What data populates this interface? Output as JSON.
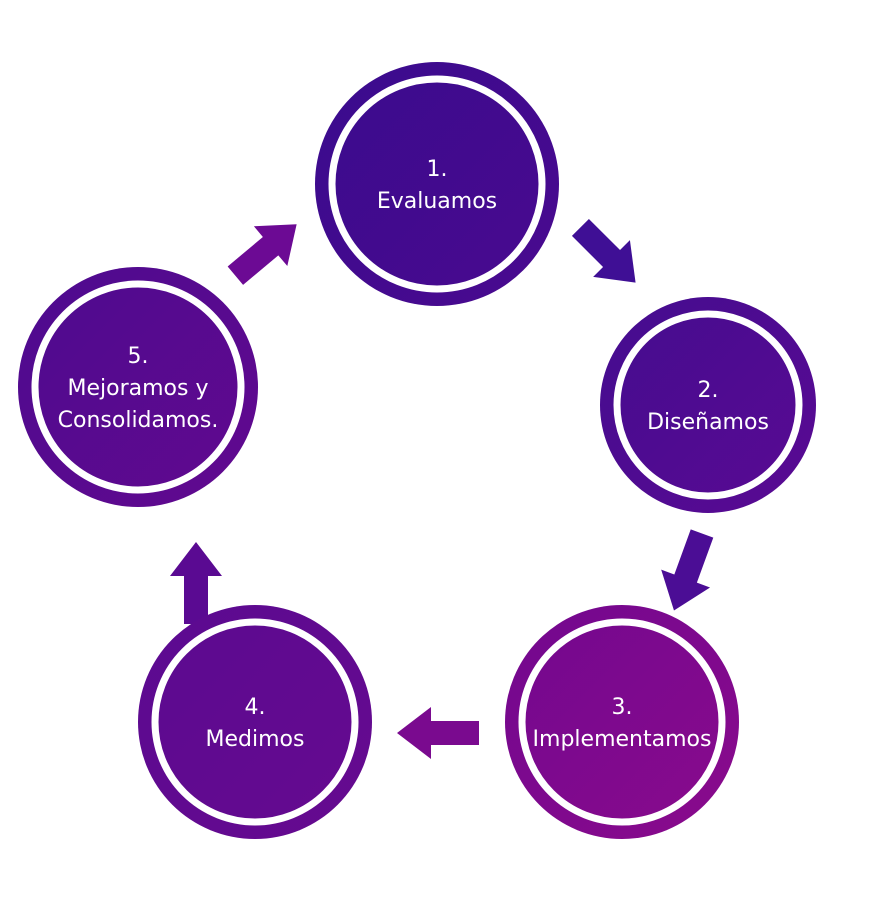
{
  "steps": [
    {
      "lines": [
        "1.",
        "Evaluamos"
      ],
      "color_start": "#3a0b8e",
      "color_end": "#4a0a8f"
    },
    {
      "lines": [
        "2.",
        "Diseñamos"
      ],
      "color_start": "#440c8f",
      "color_end": "#5a0a93"
    },
    {
      "lines": [
        "3.",
        "Implementamos"
      ],
      "color_start": "#72088f",
      "color_end": "#8a0a8c"
    },
    {
      "lines": [
        "4.",
        "Medimos"
      ],
      "color_start": "#5b0a91",
      "color_end": "#660a8f"
    },
    {
      "lines": [
        "5.",
        "Mejoramos y",
        "Consolidamos."
      ],
      "color_start": "#4d0a8f",
      "color_end": "#62098f"
    }
  ],
  "arrows": [
    {
      "from": "step-1",
      "to": "step-2",
      "color": "#3f0f95",
      "icon": "arrow-down-right-icon"
    },
    {
      "from": "step-2",
      "to": "step-3",
      "color": "#4b0d95",
      "icon": "arrow-down-left-icon"
    },
    {
      "from": "step-3",
      "to": "step-4",
      "color": "#7a0a8f",
      "icon": "arrow-left-icon"
    },
    {
      "from": "step-4",
      "to": "step-5",
      "color": "#5a0a92",
      "icon": "arrow-up-icon"
    },
    {
      "from": "step-5",
      "to": "step-1",
      "color": "#6c0a94",
      "icon": "arrow-up-right-icon"
    }
  ]
}
